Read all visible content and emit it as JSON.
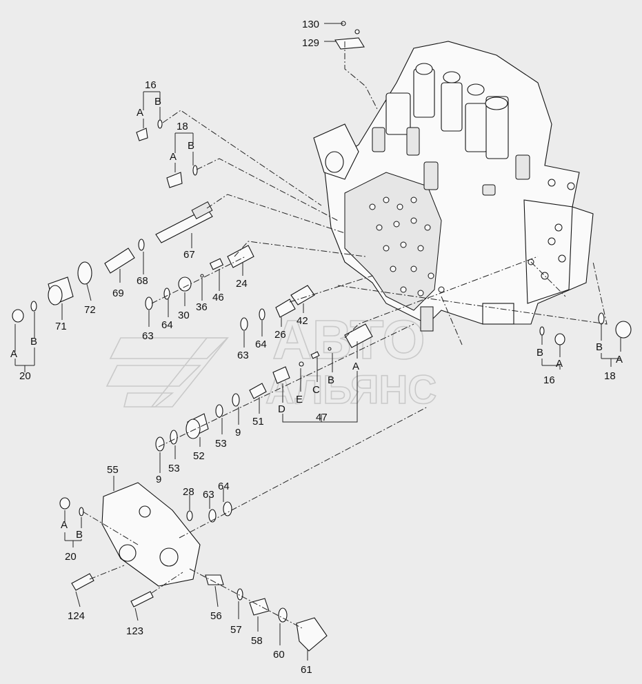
{
  "watermark": {
    "line1": "АВТО",
    "line2": "АЛЬЯНС"
  },
  "labels": [
    {
      "id": "130",
      "text": "130"
    },
    {
      "id": "129",
      "text": "129"
    },
    {
      "id": "16a",
      "text": "16"
    },
    {
      "id": "16aA",
      "text": "A"
    },
    {
      "id": "16aB",
      "text": "B"
    },
    {
      "id": "18a",
      "text": "18"
    },
    {
      "id": "18aA",
      "text": "A"
    },
    {
      "id": "18aB",
      "text": "B"
    },
    {
      "id": "67",
      "text": "67"
    },
    {
      "id": "68",
      "text": "68"
    },
    {
      "id": "69",
      "text": "69"
    },
    {
      "id": "72",
      "text": "72"
    },
    {
      "id": "71",
      "text": "71"
    },
    {
      "id": "20a",
      "text": "20"
    },
    {
      "id": "20aA",
      "text": "A"
    },
    {
      "id": "20aB",
      "text": "B"
    },
    {
      "id": "24",
      "text": "24"
    },
    {
      "id": "46",
      "text": "46"
    },
    {
      "id": "36",
      "text": "36"
    },
    {
      "id": "30",
      "text": "30"
    },
    {
      "id": "64a",
      "text": "64"
    },
    {
      "id": "63a",
      "text": "63"
    },
    {
      "id": "42",
      "text": "42"
    },
    {
      "id": "26",
      "text": "26"
    },
    {
      "id": "64b",
      "text": "64"
    },
    {
      "id": "63b",
      "text": "63"
    },
    {
      "id": "16b",
      "text": "16"
    },
    {
      "id": "16bA",
      "text": "A"
    },
    {
      "id": "16bB",
      "text": "B"
    },
    {
      "id": "18b",
      "text": "18"
    },
    {
      "id": "18bA",
      "text": "A"
    },
    {
      "id": "18bB",
      "text": "B"
    },
    {
      "id": "A47",
      "text": "A"
    },
    {
      "id": "B47",
      "text": "B"
    },
    {
      "id": "C47",
      "text": "C"
    },
    {
      "id": "D47",
      "text": "D"
    },
    {
      "id": "E47",
      "text": "E"
    },
    {
      "id": "47",
      "text": "47"
    },
    {
      "id": "51",
      "text": "51"
    },
    {
      "id": "9a",
      "text": "9"
    },
    {
      "id": "53a",
      "text": "53"
    },
    {
      "id": "52",
      "text": "52"
    },
    {
      "id": "53b",
      "text": "53"
    },
    {
      "id": "9b",
      "text": "9"
    },
    {
      "id": "55",
      "text": "55"
    },
    {
      "id": "28",
      "text": "28"
    },
    {
      "id": "63c",
      "text": "63"
    },
    {
      "id": "64c",
      "text": "64"
    },
    {
      "id": "20b",
      "text": "20"
    },
    {
      "id": "20bA",
      "text": "A"
    },
    {
      "id": "20bB",
      "text": "B"
    },
    {
      "id": "124",
      "text": "124"
    },
    {
      "id": "123",
      "text": "123"
    },
    {
      "id": "56",
      "text": "56"
    },
    {
      "id": "57",
      "text": "57"
    },
    {
      "id": "58",
      "text": "58"
    },
    {
      "id": "60",
      "text": "60"
    },
    {
      "id": "61",
      "text": "61"
    }
  ]
}
